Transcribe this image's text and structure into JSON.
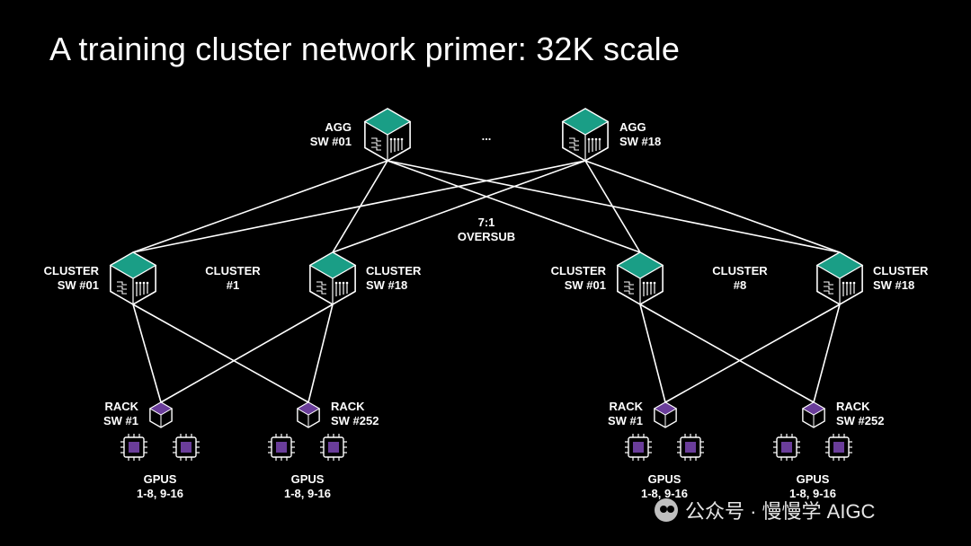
{
  "title": "A training cluster network primer: 32K scale",
  "agg": {
    "left_label": [
      "AGG",
      "SW #01"
    ],
    "right_label": [
      "AGG",
      "SW #18"
    ],
    "ellipsis": "..."
  },
  "oversub": [
    "7:1",
    "OVERSUB"
  ],
  "clusters": [
    {
      "name": [
        "CLUSTER",
        "#1"
      ],
      "sw_left": [
        "CLUSTER",
        "SW #01"
      ],
      "sw_right": [
        "CLUSTER",
        "SW #18"
      ],
      "rack_left": [
        "RACK",
        "SW #1"
      ],
      "rack_right": [
        "RACK",
        "SW #252"
      ],
      "gpus_left": [
        "GPUS",
        "1-8, 9-16"
      ],
      "gpus_right": [
        "GPUS",
        "1-8, 9-16"
      ]
    },
    {
      "name": [
        "CLUSTER",
        "#8"
      ],
      "sw_left": [
        "CLUSTER",
        "SW #01"
      ],
      "sw_right": [
        "CLUSTER",
        "SW #18"
      ],
      "rack_left": [
        "RACK",
        "SW #1"
      ],
      "rack_right": [
        "RACK",
        "SW #252"
      ],
      "gpus_left": [
        "GPUS",
        "1-8, 9-16"
      ],
      "gpus_right": [
        "GPUS",
        "1-8, 9-16"
      ]
    }
  ],
  "watermark": "公众号 · 慢慢学 AIGC",
  "colors": {
    "switch_top": "#1a9e86",
    "rack_top": "#6a3d9a",
    "chip_core": "#6a3d9a",
    "line": "#ffffff"
  },
  "icons": {
    "switch": "hex-switch-icon",
    "rack": "rack-switch-icon",
    "gpu": "gpu-chip-icon"
  }
}
